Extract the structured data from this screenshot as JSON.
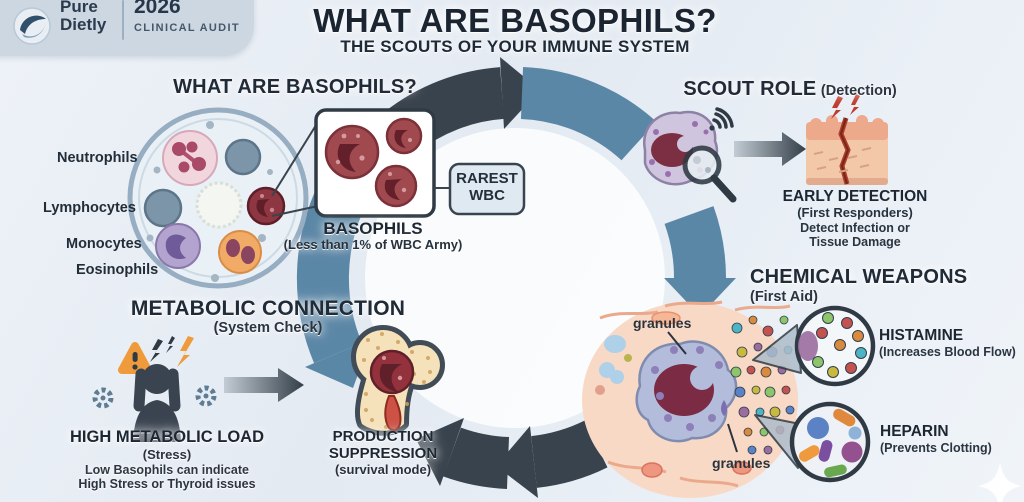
{
  "brand": {
    "name_line1": "Pure",
    "name_line2": "Dietly",
    "year": "2026",
    "tagline": "CLINICAL AUDIT"
  },
  "header": {
    "title": "WHAT ARE BASOPHILS?",
    "subtitle": "THE SCOUTS OF YOUR IMMUNE SYSTEM"
  },
  "what_are": {
    "heading": "WHAT ARE BASOPHILS?",
    "cell_labels": [
      "Neutrophils",
      "Lymphocytes",
      "Monocytes",
      "Eosinophils"
    ],
    "badge_line1": "RAREST",
    "badge_line2": "WBC",
    "caption_title": "BASOPHILS",
    "caption_sub": "(Less than 1% of WBC Army)"
  },
  "scout_role": {
    "heading": "SCOUT ROLE",
    "heading_qualifier": "(Detection)",
    "caption_title": "EARLY DETECTION",
    "caption_sub": "(First Responders)",
    "caption_line1": "Detect Infection or",
    "caption_line2": "Tissue Damage"
  },
  "chemical_weapons": {
    "heading": "CHEMICAL WEAPONS",
    "heading_qualifier": "(First Aid)",
    "granules_label_top": "granules",
    "granules_label_bottom": "granules",
    "histamine": {
      "title": "HISTAMINE",
      "sub": "(Increases Blood Flow)"
    },
    "heparin": {
      "title": "HEPARIN",
      "sub": "(Prevents Clotting)"
    }
  },
  "metabolic": {
    "heading": "METABOLIC CONNECTION",
    "heading_qualifier": "(System Check)",
    "caption_title": "HIGH METABOLIC LOAD",
    "caption_sub": "(Stress)",
    "caption_line1": "Low Basophils can indicate",
    "caption_line2": "High Stress or Thyroid issues"
  },
  "production": {
    "caption_line1": "PRODUCTION",
    "caption_line2": "SUPPRESSION",
    "caption_sub": "(survival mode)"
  },
  "colors": {
    "background": "#e9eef5",
    "ink": "#1f2a36",
    "arrow_dark": "#39434d",
    "arrow_blue": "#5b87a6",
    "accent_orange": "#ef9a3b",
    "basophil_red": "#9c4049",
    "granule_palette": [
      "#c5524f",
      "#d98a3e",
      "#c9b93f",
      "#4fb3c6",
      "#8ec46a",
      "#9b6d9e",
      "#5b82c4"
    ]
  }
}
